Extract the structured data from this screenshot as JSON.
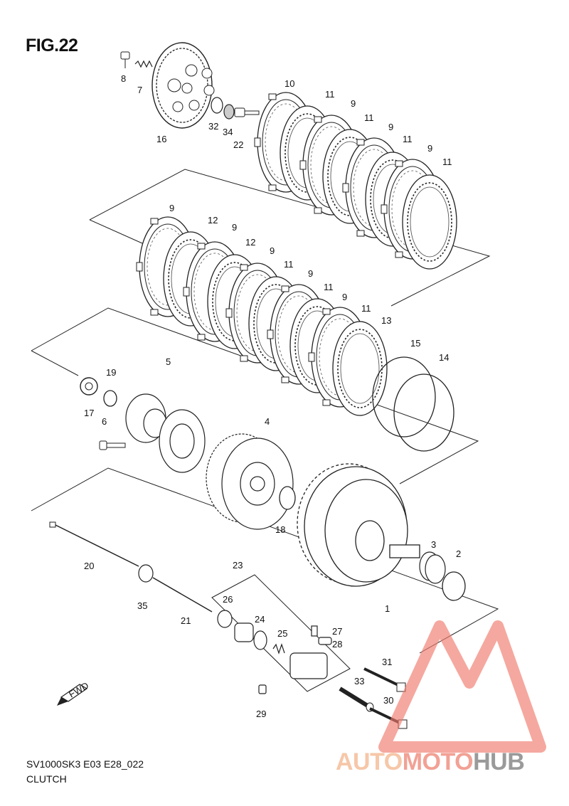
{
  "figure": {
    "title": "FIG.22"
  },
  "footer": {
    "model_code": "SV1000SK3 E03 E28_022",
    "section_name": "CLUTCH"
  },
  "watermark": {
    "brand_part1": "AUTO",
    "brand_part2": "MOTO",
    "brand_part3": "HUB",
    "colors": {
      "part1": "#f6c7a8",
      "part2": "#f2a195",
      "part3": "#9a9a9a"
    }
  },
  "fwd_badge": {
    "text": "FWD"
  },
  "callouts": {
    "c1": "1",
    "c2": "2",
    "c3": "3",
    "c4": "4",
    "c5": "5",
    "c6": "6",
    "c7": "7",
    "c8": "8",
    "c9a": "9",
    "c9b": "9",
    "c9c": "9",
    "c9d": "9",
    "c9e": "9",
    "c9f": "9",
    "c9g": "9",
    "c9h": "9",
    "c10": "10",
    "c11a": "11",
    "c11b": "11",
    "c11c": "11",
    "c11d": "11",
    "c11e": "11",
    "c11f": "11",
    "c11g": "11",
    "c12a": "12",
    "c12b": "12",
    "c13": "13",
    "c14": "14",
    "c15": "15",
    "c16": "16",
    "c17": "17",
    "c18": "18",
    "c19": "19",
    "c20": "20",
    "c21": "21",
    "c22": "22",
    "c23": "23",
    "c24": "24",
    "c25": "25",
    "c26": "26",
    "c27": "27",
    "c28": "28",
    "c29": "29",
    "c30": "30",
    "c31": "31",
    "c32": "32",
    "c33": "33",
    "c34": "34",
    "c35": "35"
  }
}
